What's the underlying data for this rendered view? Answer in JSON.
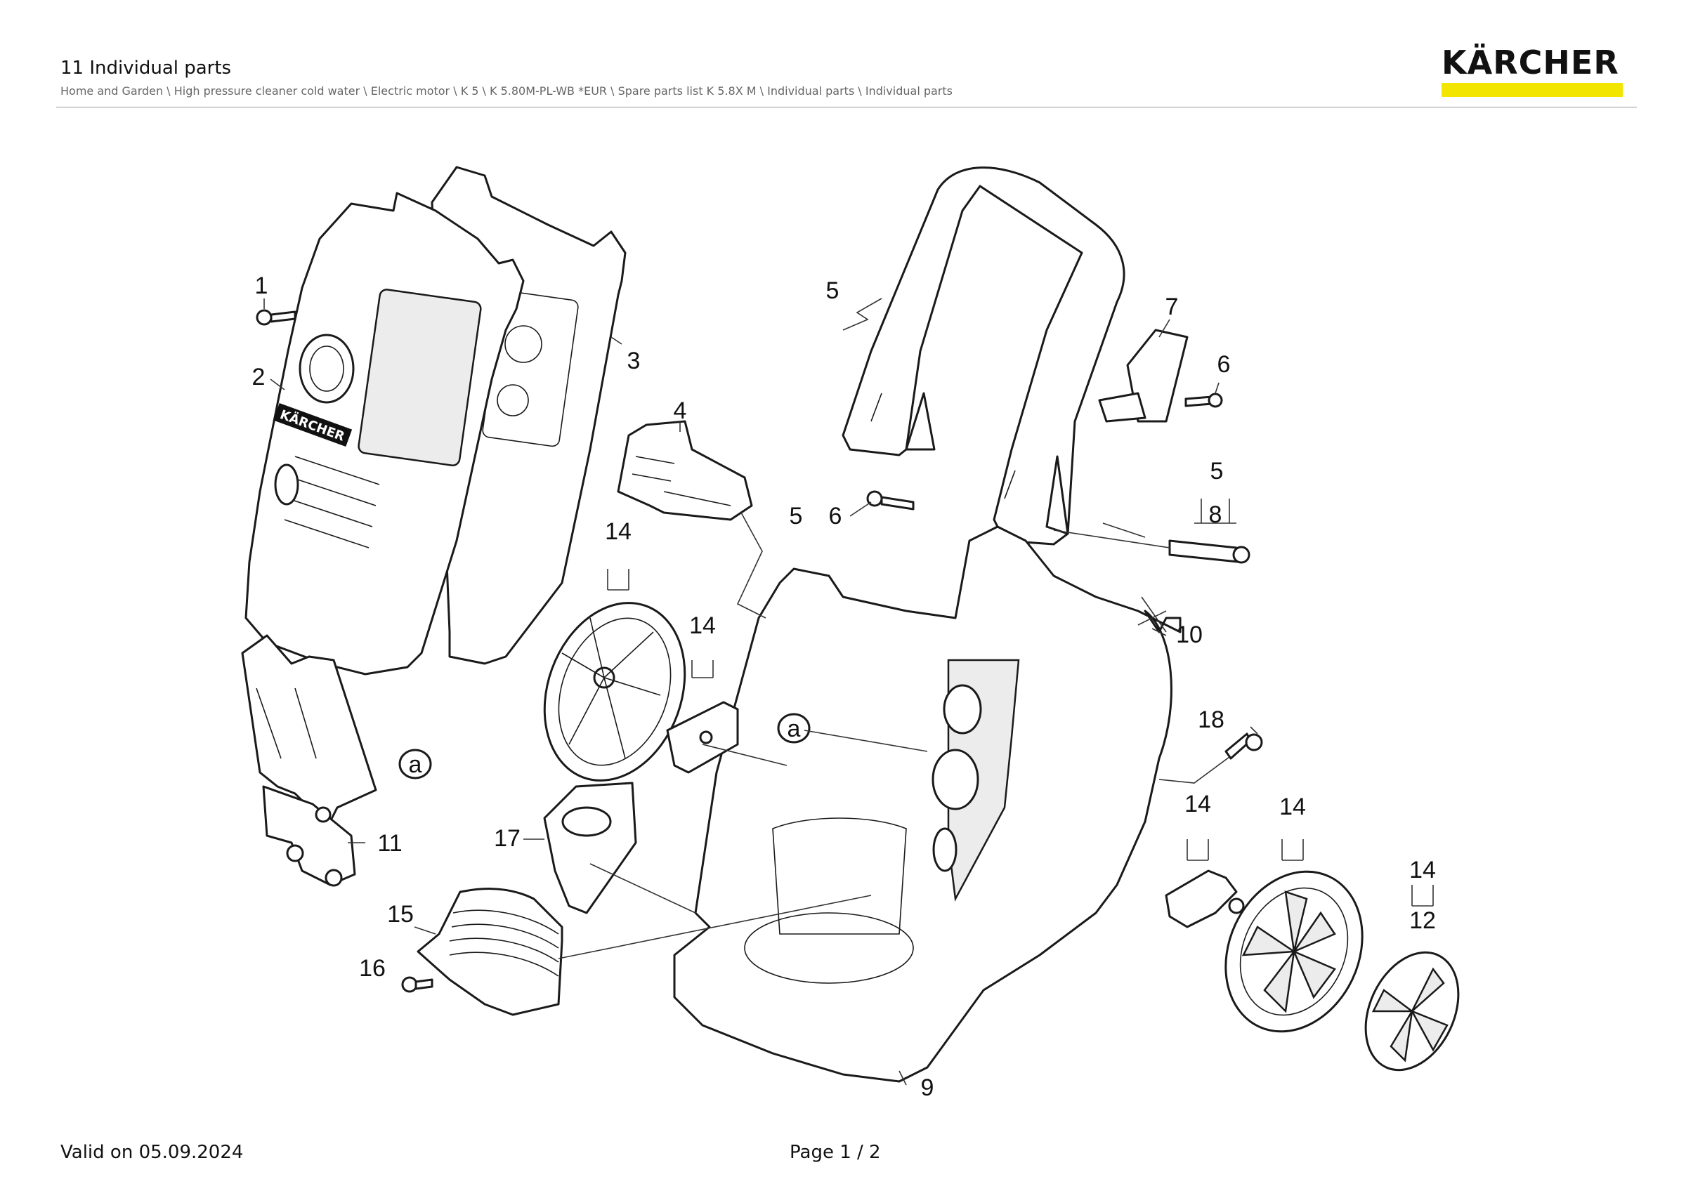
{
  "header": {
    "title": "11 Individual parts",
    "breadcrumb": "Home and Garden \\ High pressure cleaner cold water \\ Electric motor \\ K 5 \\ K 5.80M-PL-WB *EUR \\ Spare parts list K 5.8X M \\ Individual parts \\ Individual parts"
  },
  "logo": {
    "text": "KÄRCHER",
    "bar_color": "#f2e600"
  },
  "footer": {
    "valid_on": "Valid on 05.09.2024",
    "page": "Page 1 / 2"
  },
  "callouts": {
    "c1": "1",
    "c2": "2",
    "c3": "3",
    "c4": "4",
    "c5_handle": "5",
    "c7": "7",
    "c6_handle": "6",
    "c5_group_a": "5",
    "c6_group_a": "6",
    "c5_group_b": "5",
    "c8": "8",
    "c14_a": "14",
    "c14_b": "14",
    "c10": "10",
    "c18": "18",
    "c14_c": "14",
    "c14_d": "14",
    "c14_e": "14",
    "c12": "12",
    "c11": "11",
    "c17": "17",
    "c15": "15",
    "c16": "16",
    "c9": "9",
    "ref_a_1": "a",
    "ref_a_2": "a"
  },
  "panel_brand": "KÄRCHER"
}
